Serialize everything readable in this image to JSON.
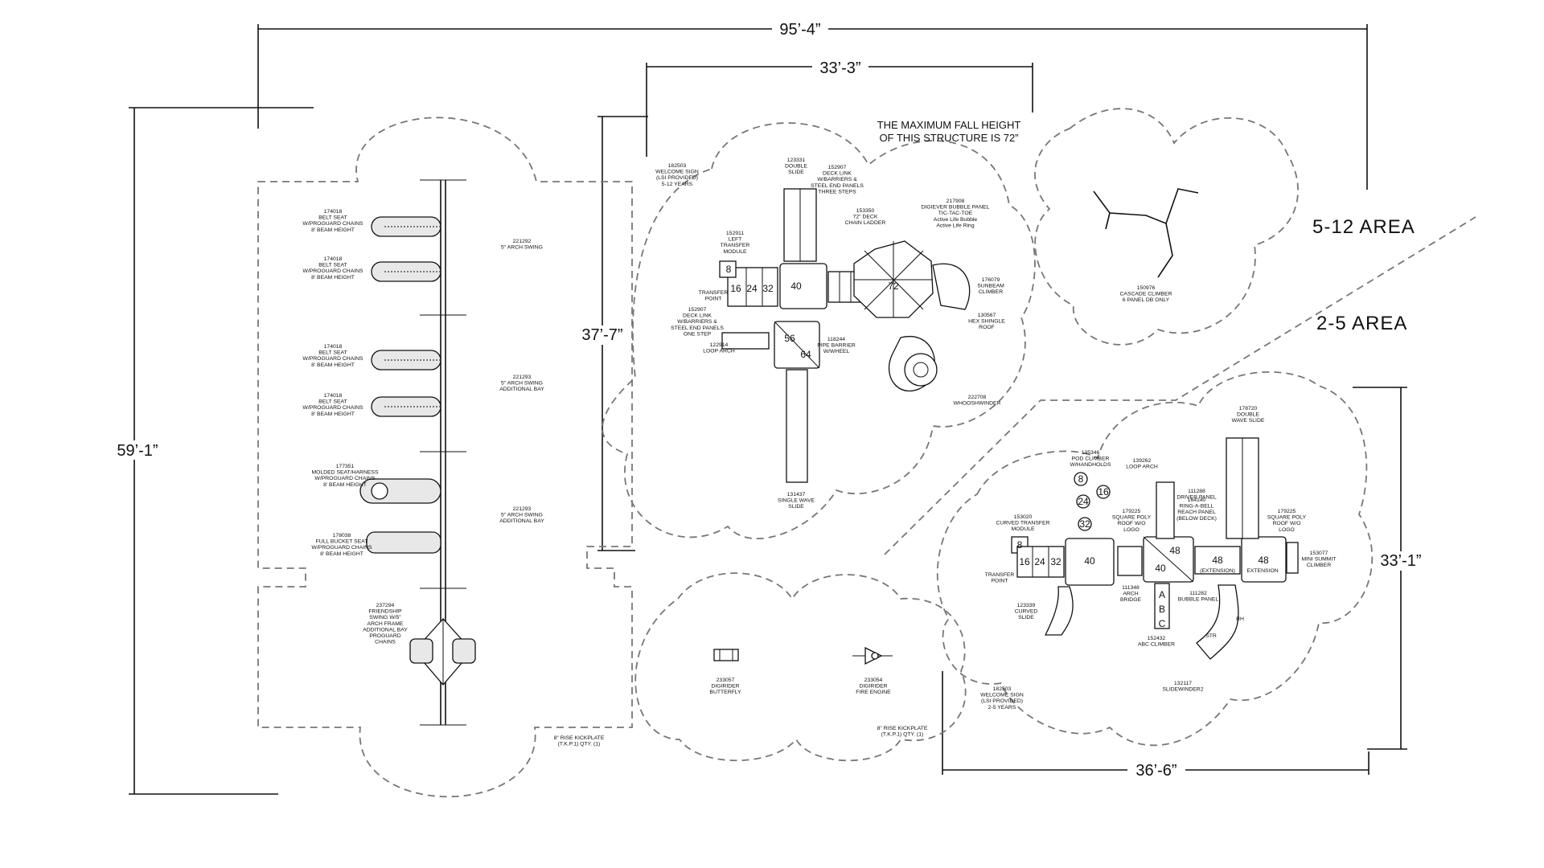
{
  "dimensions": {
    "overall_width": "95’-4”",
    "overall_height": "59’-1”",
    "upper_structure_width": "33’-3”",
    "upper_structure_height": "37’-7”",
    "lower_structure_height": "33’-1”",
    "lower_structure_width": "36’-6”"
  },
  "areas": {
    "older": "5-12 AREA",
    "younger": "2-5 AREA"
  },
  "notes": {
    "fall_height": [
      "THE MAXIMUM FALL HEIGHT",
      "OF THIS STRUCTURE IS 72”"
    ]
  },
  "swing_labels": [
    [
      "174018",
      "BELT SEAT",
      "W/PROGUARD CHAINS",
      "8' BEAM HEIGHT"
    ],
    [
      "174018",
      "BELT SEAT",
      "W/PROGUARD CHAINS",
      "8' BEAM HEIGHT"
    ],
    [
      "174018",
      "BELT SEAT",
      "W/PROGUARD CHAINS",
      "8' BEAM HEIGHT"
    ],
    [
      "174018",
      "BELT SEAT",
      "W/PROGUARD CHAINS",
      "8' BEAM HEIGHT"
    ],
    [
      "177351",
      "MOLDED SEAT/HARNESS",
      "W/PROGUARD CHAINS",
      "8' BEAM HEIGHT"
    ],
    [
      "178038",
      "FULL BUCKET SEAT",
      "W/PROGUARD CHAINS",
      "8' BEAM HEIGHT"
    ],
    [
      "237294",
      "FRIENDSHIP",
      "SWING W/5\"",
      "ARCH FRAME",
      "ADDITIONAL BAY",
      "PROGUARD",
      "CHAINS"
    ],
    [
      "221292",
      "5\" ARCH SWING"
    ],
    [
      "221293",
      "5\" ARCH SWING",
      "ADDITIONAL BAY"
    ],
    [
      "221293",
      "5\" ARCH SWING",
      "ADDITIONAL BAY"
    ],
    [
      "8\" RISE KICKPLATE",
      "(T.K.P.1) QTY. (1)"
    ]
  ],
  "upper_labels": [
    [
      "182503",
      "WELCOME SIGN",
      "(LSI PROVIDED)",
      "5-12 YEARS"
    ],
    [
      "123331",
      "DOUBLE",
      "SLIDE"
    ],
    [
      "152907",
      "DECK LINK",
      "W/BARRIERS &",
      "STEEL END PANELS",
      "THREE STEPS"
    ],
    [
      "153350",
      "72\" DECK",
      "CHAIN LADDER"
    ],
    [
      "217908",
      "DIGIEVER BUBBLE PANEL",
      "TIC-TAC-TOE",
      "Active Life Bubble",
      "Active Life Ring"
    ],
    [
      "152911",
      "LEFT",
      "TRANSFER",
      "MODULE"
    ],
    [
      "TRANSFER",
      "POINT"
    ],
    [
      "176079",
      "SUNBEAM",
      "CLIMBER"
    ],
    [
      "152907",
      "DECK LINK",
      "W/BARRIERS &",
      "STEEL END PANELS",
      "ONE STEP"
    ],
    [
      "130567",
      "HEX SHINGLE",
      "ROOF"
    ],
    [
      "122914",
      "LOOP ARCH"
    ],
    [
      "118244",
      "PIPE BARRIER",
      "W/WHEEL"
    ],
    [
      "222708",
      "WHOOSHWINDER"
    ],
    [
      "131437",
      "SINGLE WAVE",
      "SLIDE"
    ]
  ],
  "upper_decks": [
    "8",
    "16",
    "24",
    "32",
    "40",
    "56",
    "64",
    "72"
  ],
  "cascade_labels": [
    "150976",
    "CASCADE CLIMBER",
    "6 PANEL DB ONLY"
  ],
  "tot_labels": [
    [
      "233057",
      "DIGIRIDER",
      "BUTTERFLY"
    ],
    [
      "233054",
      "DIGIRIDER",
      "FIRE ENGINE"
    ],
    [
      "8\" RISE KICKPLATE",
      "(T.K.P.1) QTY. (1)"
    ]
  ],
  "lower_labels": [
    [
      "135346",
      "POD CLIMBER",
      "W/HANDHOLDS"
    ],
    [
      "139262",
      "LOOP ARCH"
    ],
    [
      "178720",
      "DOUBLE",
      "WAVE SLIDE"
    ],
    [
      "153020",
      "CURVED TRANSFER",
      "MODULE"
    ],
    [
      "179225",
      "SQUARE POLY",
      "ROOF W/O",
      "LOGO"
    ],
    [
      "111288",
      "DRIVER PANEL"
    ],
    [
      "164140",
      "RING-A-BELL",
      "REACH PANEL",
      "(BELOW DECK)"
    ],
    [
      "179225",
      "SQUARE POLY",
      "ROOF W/O",
      "LOGO"
    ],
    [
      "153077",
      "MINI SUMMIT",
      "CLIMBER"
    ],
    [
      "TRANSFER",
      "POINT"
    ],
    [
      "111348",
      "ARCH",
      "BRIDGE"
    ],
    [
      "111282",
      "BUBBLE PANEL"
    ],
    [
      "123339",
      "CURVED",
      "SLIDE"
    ],
    [
      "152432",
      "ABC CLIMBER"
    ],
    [
      "132117",
      "SLIDEWINDER2"
    ],
    [
      "182503",
      "WELCOME SIGN",
      "(LSI PROVIDED)",
      "2-5 YEARS"
    ]
  ],
  "lower_decks": [
    "8",
    "16",
    "24",
    "32",
    "40",
    "48",
    "40",
    "48",
    "48",
    "8",
    "16",
    "24",
    "32"
  ],
  "lower_panel_letters": [
    "A",
    "B",
    "C"
  ],
  "lower_inline": [
    "(EXTENSION)",
    "EXTENSION",
    "RH",
    "STR"
  ]
}
